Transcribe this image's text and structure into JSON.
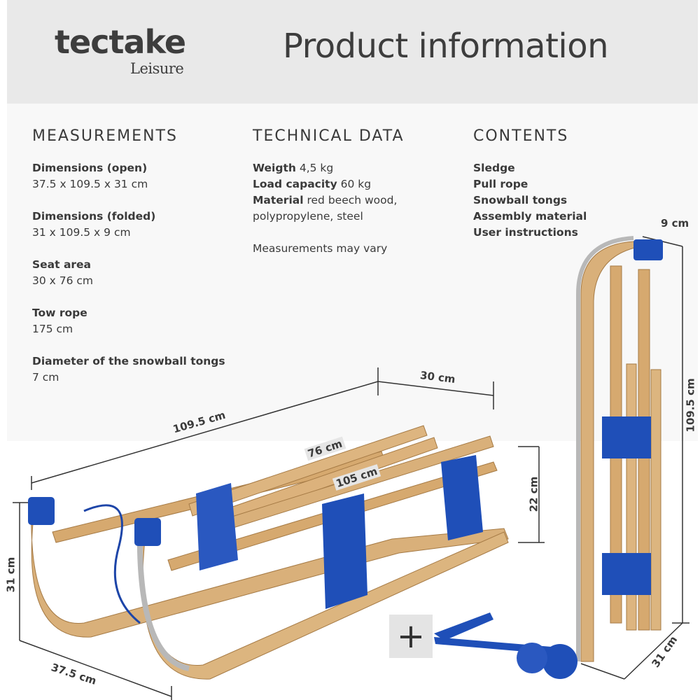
{
  "header": {
    "brand": "tectake",
    "brand_sub": "Leisure",
    "title": "Product information"
  },
  "measurements": {
    "heading": "MEASUREMENTS",
    "items": [
      {
        "label": "Dimensions (open)",
        "value": "37.5 x 109.5 x 31 cm"
      },
      {
        "label": "Dimensions (folded)",
        "value": "31 x 109.5 x 9 cm"
      },
      {
        "label": "Seat area",
        "value": "30 x 76 cm"
      },
      {
        "label": "Tow rope",
        "value": "175 cm"
      },
      {
        "label": "Diameter of the snowball tongs",
        "value": "7 cm"
      }
    ]
  },
  "technical": {
    "heading": "TECHNICAL DATA",
    "items": [
      {
        "label": "Weigth",
        "value": "4,5 kg"
      },
      {
        "label": "Load capacity",
        "value": "60 kg"
      },
      {
        "label": "Material",
        "value": "red beech wood,"
      }
    ],
    "material_cont": "polypropylene, steel",
    "note": "Measurements may vary"
  },
  "contents": {
    "heading": "CONTENTS",
    "items": [
      "Sledge",
      "Pull rope",
      "Snowball tongs",
      "Assembly material",
      "User instructions"
    ]
  },
  "dimensions": {
    "length": "109.5 cm",
    "width": "30 cm",
    "seat": "76 cm",
    "slat": "105 cm",
    "seat_height": "22 cm",
    "height": "31 cm",
    "depth": "37.5 cm",
    "folded_depth": "9 cm",
    "folded_length": "109.5 cm",
    "folded_width": "31 cm"
  },
  "plus_symbol": "+",
  "colors": {
    "header_bg": "#e9e9e9",
    "panel_bg": "#f8f8f8",
    "wood": "#d9b07a",
    "blue": "#1f4fb8",
    "steel": "#b8b8b8"
  }
}
